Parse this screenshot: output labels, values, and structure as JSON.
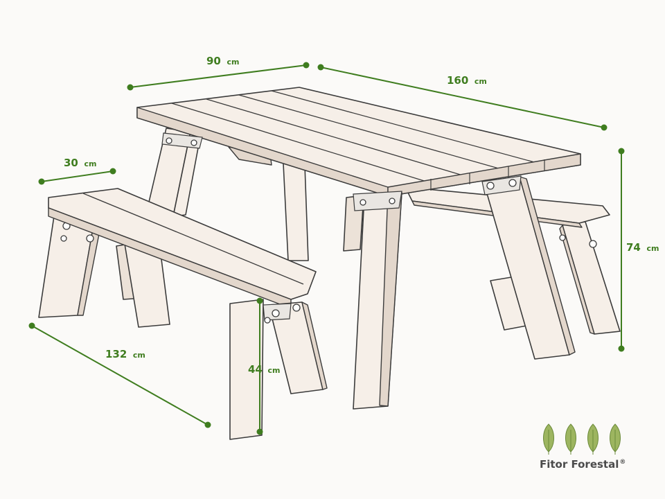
{
  "dimensions": {
    "table_depth": {
      "value": "90",
      "unit": "cm"
    },
    "table_length": {
      "value": "160",
      "unit": "cm"
    },
    "bench_depth": {
      "value": "30",
      "unit": "cm"
    },
    "table_height": {
      "value": "74",
      "unit": "cm"
    },
    "bench_length": {
      "value": "132",
      "unit": "cm"
    },
    "bench_height": {
      "value": "44",
      "unit": "cm"
    }
  },
  "brand": {
    "name": "Fitor Forestal",
    "mark": "®",
    "icon": "four-leaves-logo"
  },
  "colors": {
    "dimension": "#3f7d1f",
    "wood": "#f6efe8",
    "outline": "#3b3b3b",
    "leaf": "#9db560"
  }
}
